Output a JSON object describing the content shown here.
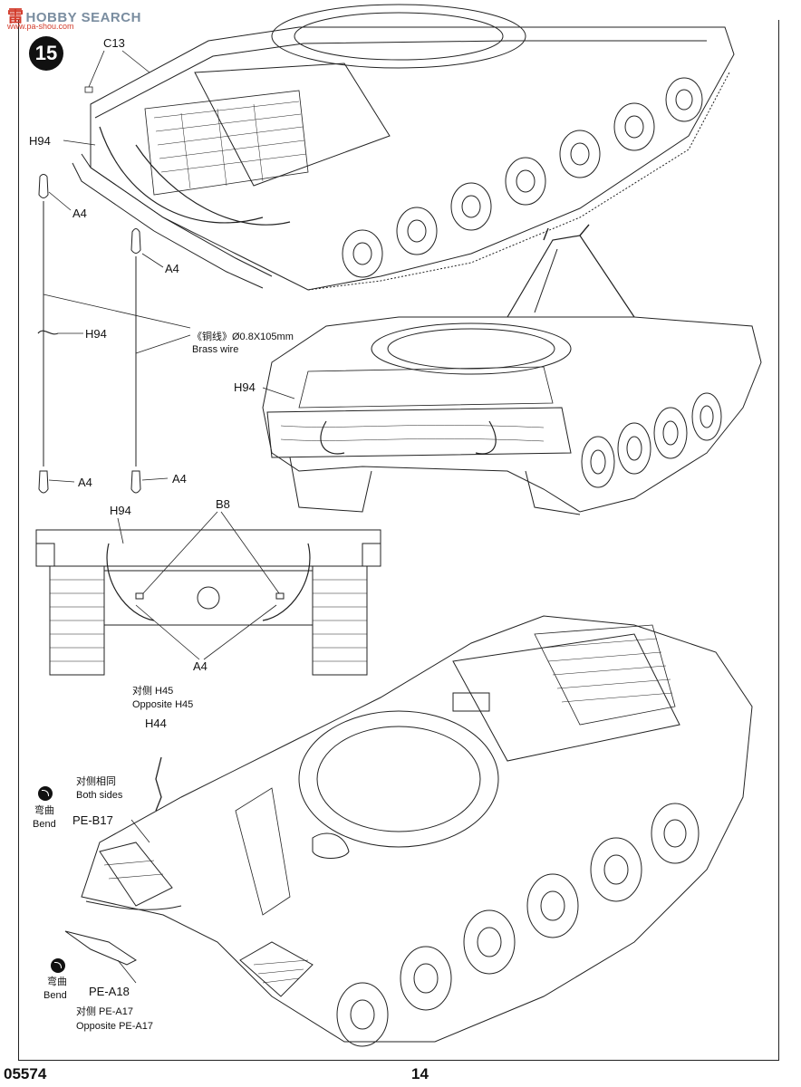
{
  "watermark": {
    "brand_cn": "雷",
    "brand": "HOBBY SEARCH",
    "sub": "www.pa-shou.com"
  },
  "step": {
    "number": "15"
  },
  "labels": {
    "c13": "C13",
    "h94_top": "H94",
    "a4_1": "A4",
    "a4_2": "A4",
    "h94_mid": "H94",
    "wire_cn": "《铜线》Ø0.8X105mm",
    "wire_en": "Brass wire",
    "h94_rear": "H94",
    "a4_3": "A4",
    "a4_4": "A4",
    "h94_bottomview": "H94",
    "b8": "B8",
    "a4_bottomview": "A4",
    "opp_h45_cn": "对侧 H45",
    "opp_h45_en": "Opposite H45",
    "h44": "H44",
    "both_sides_cn": "对侧相同",
    "both_sides_en": "Both sides",
    "bend1_cn": "弯曲",
    "bend1_en": "Bend",
    "pe_b17": "PE-B17",
    "bend2_cn": "弯曲",
    "bend2_en": "Bend",
    "pe_a18": "PE-A18",
    "opp_pe_a17_cn": "对侧 PE-A17",
    "opp_pe_a17_en": "Opposite PE-A17"
  },
  "footer": {
    "code": "05574",
    "page": "14"
  }
}
